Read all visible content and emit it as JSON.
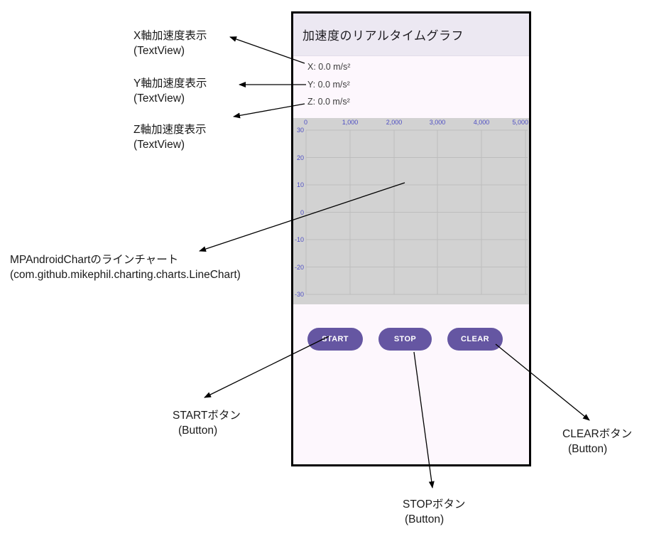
{
  "app": {
    "title": "加速度のリアルタイムグラフ",
    "readouts": {
      "x": "X: 0.0 m/s²",
      "y": "Y: 0.0 m/s²",
      "z": "Z: 0.0 m/s²"
    },
    "buttons": {
      "start": "START",
      "stop": "STOP",
      "clear": "CLEAR"
    }
  },
  "chart_data": {
    "type": "line",
    "x_ticks": [
      "0",
      "1,000",
      "2,000",
      "3,000",
      "4,000",
      "5,000"
    ],
    "y_ticks": [
      "30",
      "20",
      "10",
      "0",
      "-10",
      "-20",
      "-30"
    ],
    "xlim": [
      0,
      5000
    ],
    "ylim": [
      -30,
      30
    ],
    "series": [],
    "grid": true,
    "x_axis_position": "top",
    "y_axis_position": "left"
  },
  "annotations": {
    "x_readout": {
      "label": "X軸加速度表示",
      "type": "(TextView)"
    },
    "y_readout": {
      "label": "Y軸加速度表示",
      "type": "(TextView)"
    },
    "z_readout": {
      "label": "Z軸加速度表示",
      "type": "(TextView)"
    },
    "chart": {
      "label": "MPAndroidChartのラインチャート",
      "type": "(com.github.mikephil.charting.charts.LineChart)"
    },
    "start_button": {
      "label": "STARTボタン",
      "type": "(Button)"
    },
    "stop_button": {
      "label": "STOPボタン",
      "type": "(Button)"
    },
    "clear_button": {
      "label": "CLEARボタン",
      "type": "(Button)"
    }
  },
  "colors": {
    "accent_purple": "#6556a2",
    "titlebar_bg": "#ece8f2",
    "surface_bg": "#fdf7fd",
    "chart_bg": "#d2d2d2",
    "grid_line": "#bdbdbd",
    "axis_label": "#4d4dc3"
  }
}
